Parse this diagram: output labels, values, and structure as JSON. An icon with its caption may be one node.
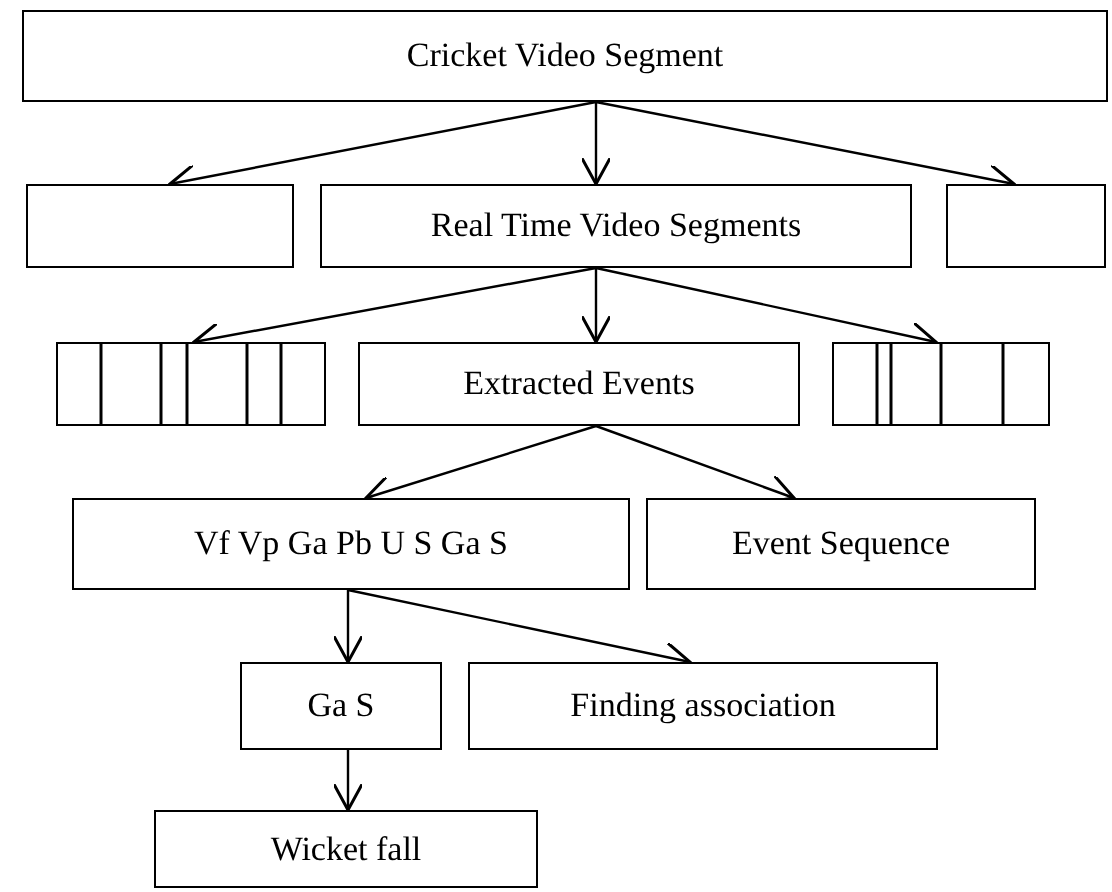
{
  "diagram": {
    "nodes": [
      {
        "text": [
          "Cricket Video Segment"
        ]
      },
      {
        "text": [],
        "shape": "box"
      },
      {
        "text": [
          "Real Time Video Segments"
        ]
      },
      {
        "text": [],
        "shape": "box"
      },
      {
        "text": [],
        "shape": "box"
      },
      {
        "text": [
          "Extracted Events"
        ]
      },
      {
        "text": [],
        "shape": "box"
      },
      {
        "text": [
          "Vf Vp Ga Pb U S Ga S"
        ]
      },
      {
        "text": [
          "Event Sequence"
        ]
      },
      {
        "text": [
          "Ga S"
        ]
      },
      {
        "text": [
          "Finding association"
        ]
      },
      {
        "text": [
          "Wicket fall"
        ]
      }
    ],
    "edges": [
      {
        "from": 0,
        "to": 1,
        "arrow": "to"
      },
      {
        "from": 0,
        "to": 2,
        "arrow": "to"
      },
      {
        "from": 0,
        "to": 3,
        "arrow": "to"
      },
      {
        "from": 2,
        "to": 4,
        "arrow": "to"
      },
      {
        "from": 2,
        "to": 5,
        "arrow": "to"
      },
      {
        "from": 2,
        "to": 6,
        "arrow": "to"
      },
      {
        "from": 5,
        "to": 7,
        "arrow": "to"
      },
      {
        "from": 5,
        "to": 8,
        "arrow": "to"
      },
      {
        "from": 7,
        "to": 9,
        "arrow": "to"
      },
      {
        "from": 7,
        "to": 10,
        "arrow": "to"
      },
      {
        "from": 9,
        "to": 11,
        "arrow": "to"
      }
    ]
  }
}
